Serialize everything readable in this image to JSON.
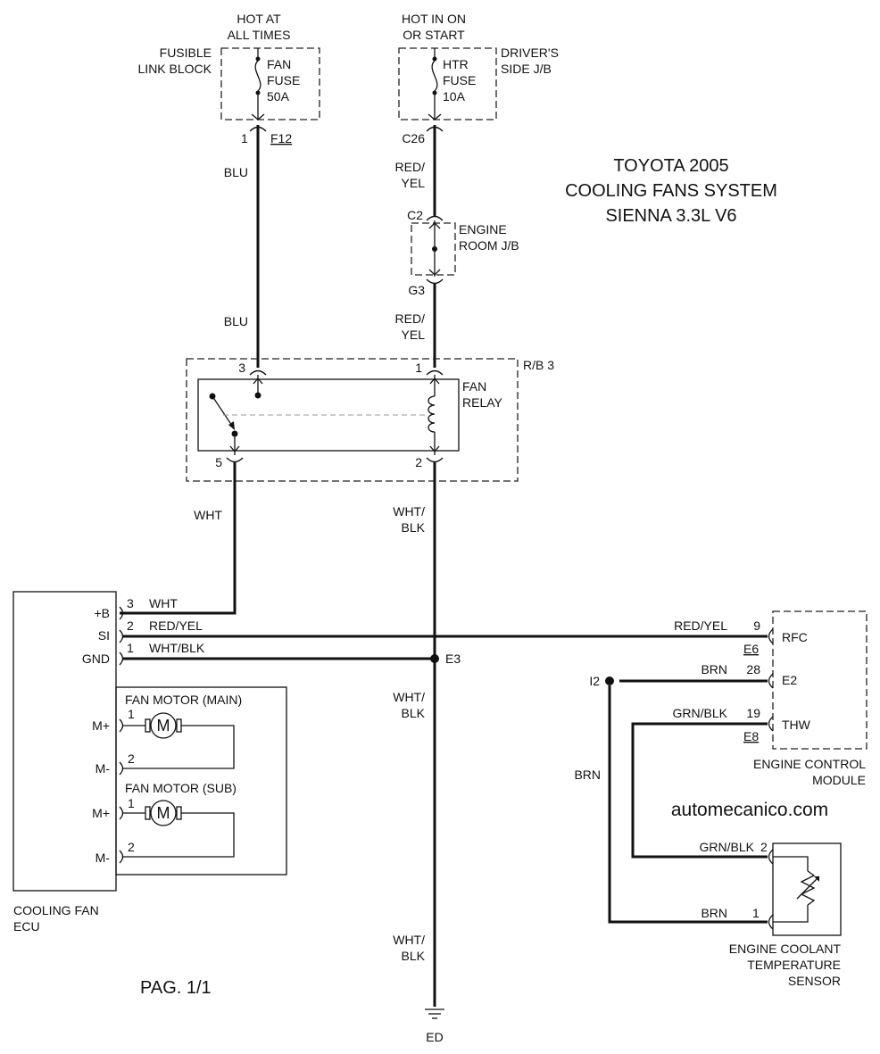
{
  "title": [
    "TOYOTA 2005",
    "COOLING FANS SYSTEM",
    "SIENNA 3.3L V6"
  ],
  "watermark": "automecanico.com",
  "page_label": "PAG. 1/1",
  "fuse_fan": {
    "supply": [
      "HOT AT",
      "ALL TIMES"
    ],
    "block": [
      "FUSIBLE",
      "LINK BLOCK"
    ],
    "name": [
      "FAN",
      "FUSE",
      "50A"
    ],
    "pin": "1",
    "connector": "F12"
  },
  "fuse_htr": {
    "supply": [
      "HOT IN ON",
      "OR START"
    ],
    "block": [
      "DRIVER'S",
      "SIDE J/B"
    ],
    "name": [
      "HTR",
      "FUSE",
      "10A"
    ],
    "connector": "C26"
  },
  "engine_room_jb": {
    "label": [
      "ENGINE",
      "ROOM J/B"
    ],
    "in": "C2",
    "out": "G3"
  },
  "fan_relay": {
    "box": "R/B 3",
    "name": [
      "FAN",
      "RELAY"
    ],
    "pin_top_left": "3",
    "pin_top_right": "1",
    "pin_bottom_left": "5",
    "pin_bottom_right": "2"
  },
  "wires": {
    "blu_upper": "BLU",
    "blu_lower": "BLU",
    "red_yel_upper": [
      "RED/",
      "YEL"
    ],
    "red_yel_lower": [
      "RED/",
      "YEL"
    ],
    "wht": "WHT",
    "wht_blk_upper": [
      "WHT/",
      "BLK"
    ],
    "wht_blk_mid": [
      "WHT/",
      "BLK"
    ],
    "wht_blk_lower": [
      "WHT/",
      "BLK"
    ],
    "brn_vertical": "BRN"
  },
  "ecu": {
    "name": [
      "COOLING FAN",
      "ECU"
    ],
    "pins": [
      {
        "label": "+B",
        "num": "3",
        "wire": "WHT"
      },
      {
        "label": "SI",
        "num": "2",
        "wire": "RED/YEL"
      },
      {
        "label": "GND",
        "num": "1",
        "wire": "WHT/BLK"
      }
    ],
    "splice": "E3",
    "motor_main": {
      "title": "FAN MOTOR (MAIN)",
      "plus": "M+",
      "minus": "M-",
      "pin_plus": "1",
      "pin_minus": "2",
      "symbol": "M"
    },
    "motor_sub": {
      "title": "FAN MOTOR (SUB)",
      "plus": "M+",
      "minus": "M-",
      "pin_plus": "1",
      "pin_minus": "2",
      "symbol": "M"
    }
  },
  "ecm": {
    "name": [
      "ENGINE CONTROL",
      "MODULE"
    ],
    "pins": [
      {
        "label": "RFC",
        "num": "9",
        "wire": "RED/YEL",
        "connector": "E6"
      },
      {
        "label": "E2",
        "num": "28",
        "wire": "BRN",
        "connector": ""
      },
      {
        "label": "THW",
        "num": "19",
        "wire": "GRN/BLK",
        "connector": "E8"
      }
    ],
    "splice": "I2"
  },
  "sensor": {
    "name": [
      "ENGINE COOLANT",
      "TEMPERATURE",
      "SENSOR"
    ],
    "pin2": "2",
    "pin2_wire": "GRN/BLK",
    "pin1": "1",
    "pin1_wire": "BRN"
  },
  "ground": "ED"
}
